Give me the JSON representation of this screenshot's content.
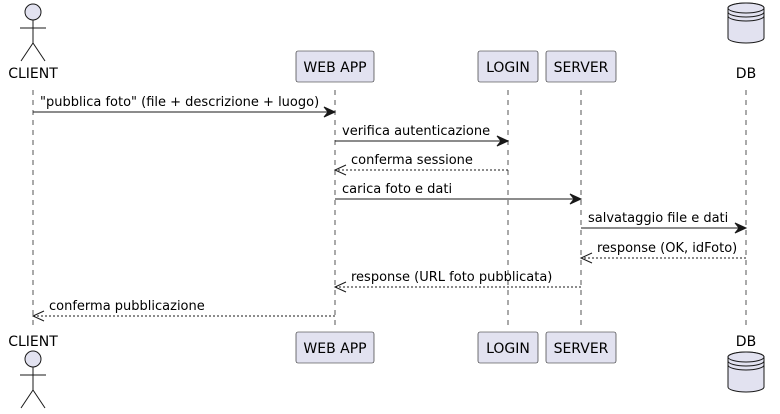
{
  "participants": [
    {
      "id": "client",
      "label": "CLIENT",
      "kind": "actor"
    },
    {
      "id": "webapp",
      "label": "WEB APP",
      "kind": "participant"
    },
    {
      "id": "login",
      "label": "LOGIN",
      "kind": "participant"
    },
    {
      "id": "server",
      "label": "SERVER",
      "kind": "participant"
    },
    {
      "id": "db",
      "label": "DB",
      "kind": "database"
    }
  ],
  "messages": [
    {
      "from": "client",
      "to": "webapp",
      "label": "\"pubblica foto\" (file + descrizione + luogo)",
      "style": "solid"
    },
    {
      "from": "webapp",
      "to": "login",
      "label": "verifica autenticazione",
      "style": "solid"
    },
    {
      "from": "login",
      "to": "webapp",
      "label": "conferma sessione",
      "style": "dashed"
    },
    {
      "from": "webapp",
      "to": "server",
      "label": "carica foto e dati",
      "style": "solid"
    },
    {
      "from": "server",
      "to": "db",
      "label": "salvataggio file e dati",
      "style": "solid"
    },
    {
      "from": "db",
      "to": "server",
      "label": "response (OK, idFoto)",
      "style": "dashed"
    },
    {
      "from": "server",
      "to": "webapp",
      "label": "response (URL foto pubblicata)",
      "style": "dashed"
    },
    {
      "from": "webapp",
      "to": "client",
      "label": "conferma pubblicazione",
      "style": "dashed"
    }
  ],
  "colors": {
    "participant_fill": "#E2E2F0",
    "line": "#181818"
  }
}
